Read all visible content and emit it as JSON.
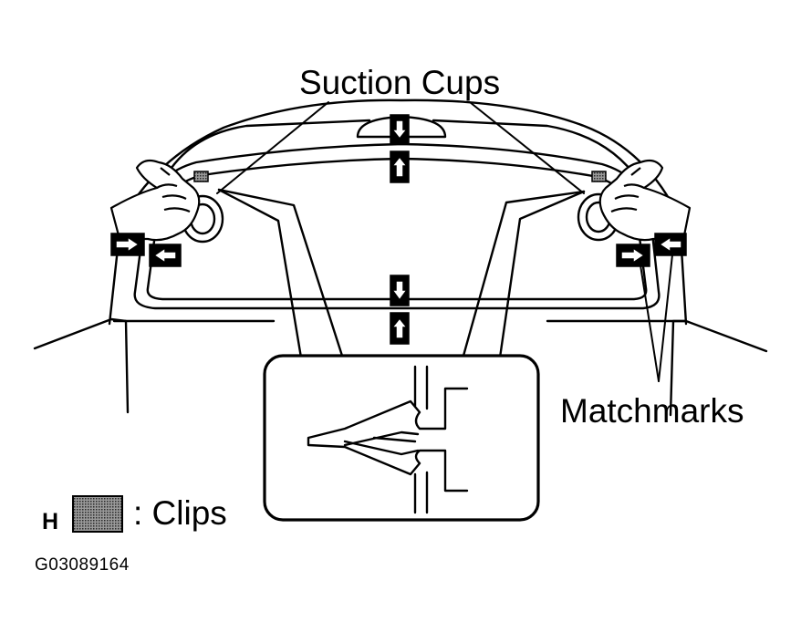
{
  "labels": {
    "suction_cups": "Suction Cups",
    "matchmarks": "Matchmarks",
    "legend_code": "H",
    "legend_text": ": Clips",
    "figure_id": "G03089164"
  },
  "colors": {
    "line": "#000000",
    "background": "#ffffff",
    "clip_fill": "#7a7a7a"
  },
  "icons": {
    "suction_cup": "suction-cup-icon",
    "arrow": "arrow-icon",
    "clip": "clip-icon"
  }
}
